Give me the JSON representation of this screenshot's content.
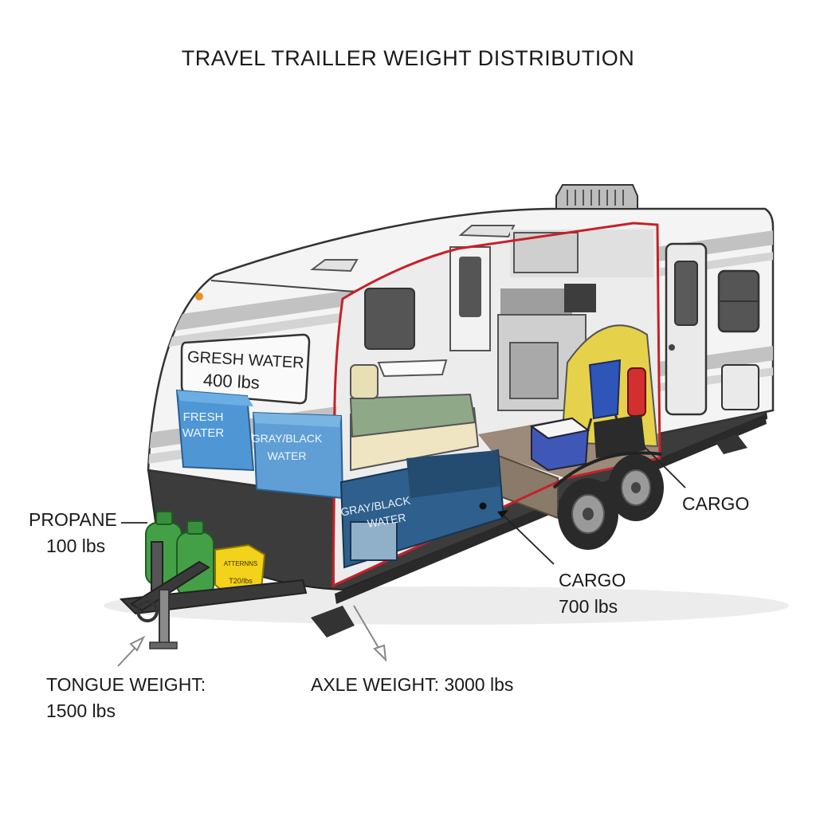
{
  "title": "TRAVEL TRAILLER WEIGHT DISTRIBUTION",
  "sign": {
    "line1": "GRESH WATER",
    "line2": "400 lbs"
  },
  "tanks": {
    "fresh": {
      "line1": "FRESH",
      "line2": "WATER"
    },
    "gray_black_upper": {
      "line1": "GRAY/BLACK",
      "line2": "WATER"
    },
    "gray_black_lower": {
      "line1": "GRAY/BLACK",
      "line2": "WATER"
    }
  },
  "battery": {
    "line1": "ATTERNNS",
    "line2": "T20/lbs"
  },
  "callouts": {
    "propane": {
      "line1": "PROPANE",
      "line2": "100 lbs"
    },
    "cargo_right": {
      "line1": "CARGO"
    },
    "cargo_center": {
      "line1": "CARGO",
      "line2": "700 lbs"
    },
    "tongue": {
      "line1": "TONGUE WEIGHT:",
      "line2": "1500 lbs"
    },
    "axle": {
      "line1": "AXLE WEIGHT: 3000 lbs"
    }
  },
  "colors": {
    "cutaway_outline": "#c8202a",
    "fresh_tank": "#4f97d4",
    "gray_tank": "#5f9fd6",
    "black_tank": "#2f5f8c",
    "propane": "#43a047",
    "battery": "#f2d21a",
    "chassis": "#3a3a3a",
    "stripe": "#bdbdbd"
  }
}
